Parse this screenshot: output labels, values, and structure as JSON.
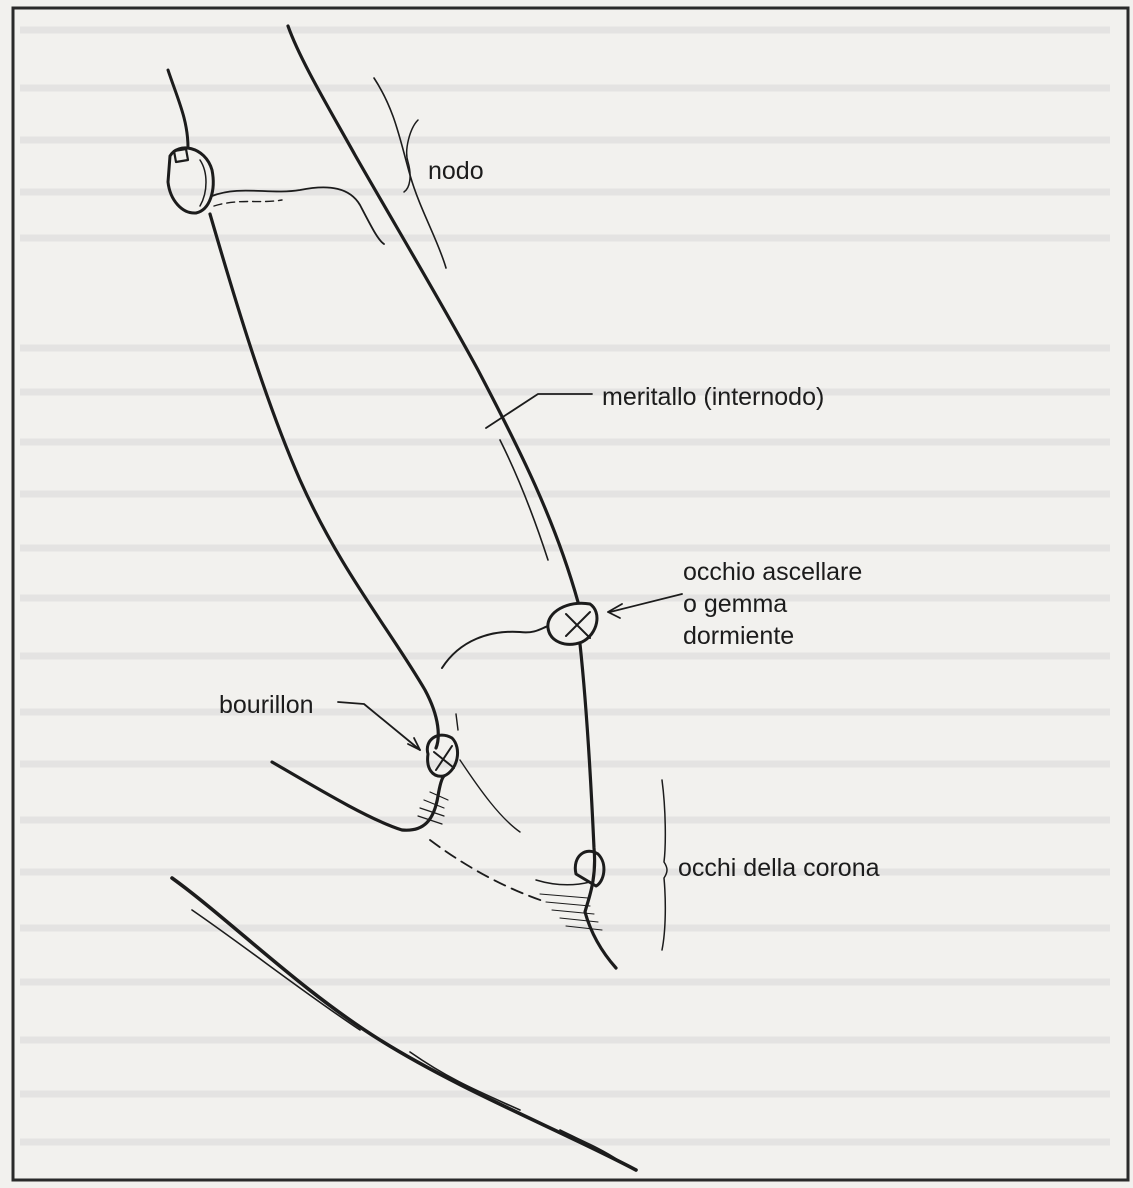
{
  "labels": {
    "nodo": "nodo",
    "meritallo": "meritallo (internodo)",
    "occhio_ascellare": [
      "occhio ascellare",
      "o gemma",
      "dormiente"
    ],
    "bourillon": "bourillon",
    "occhi_corona": "occhi della corona"
  },
  "colors": {
    "ink": "#1c1c1c",
    "paper": "#f2f1ee",
    "frame": "#2a2a2a"
  }
}
